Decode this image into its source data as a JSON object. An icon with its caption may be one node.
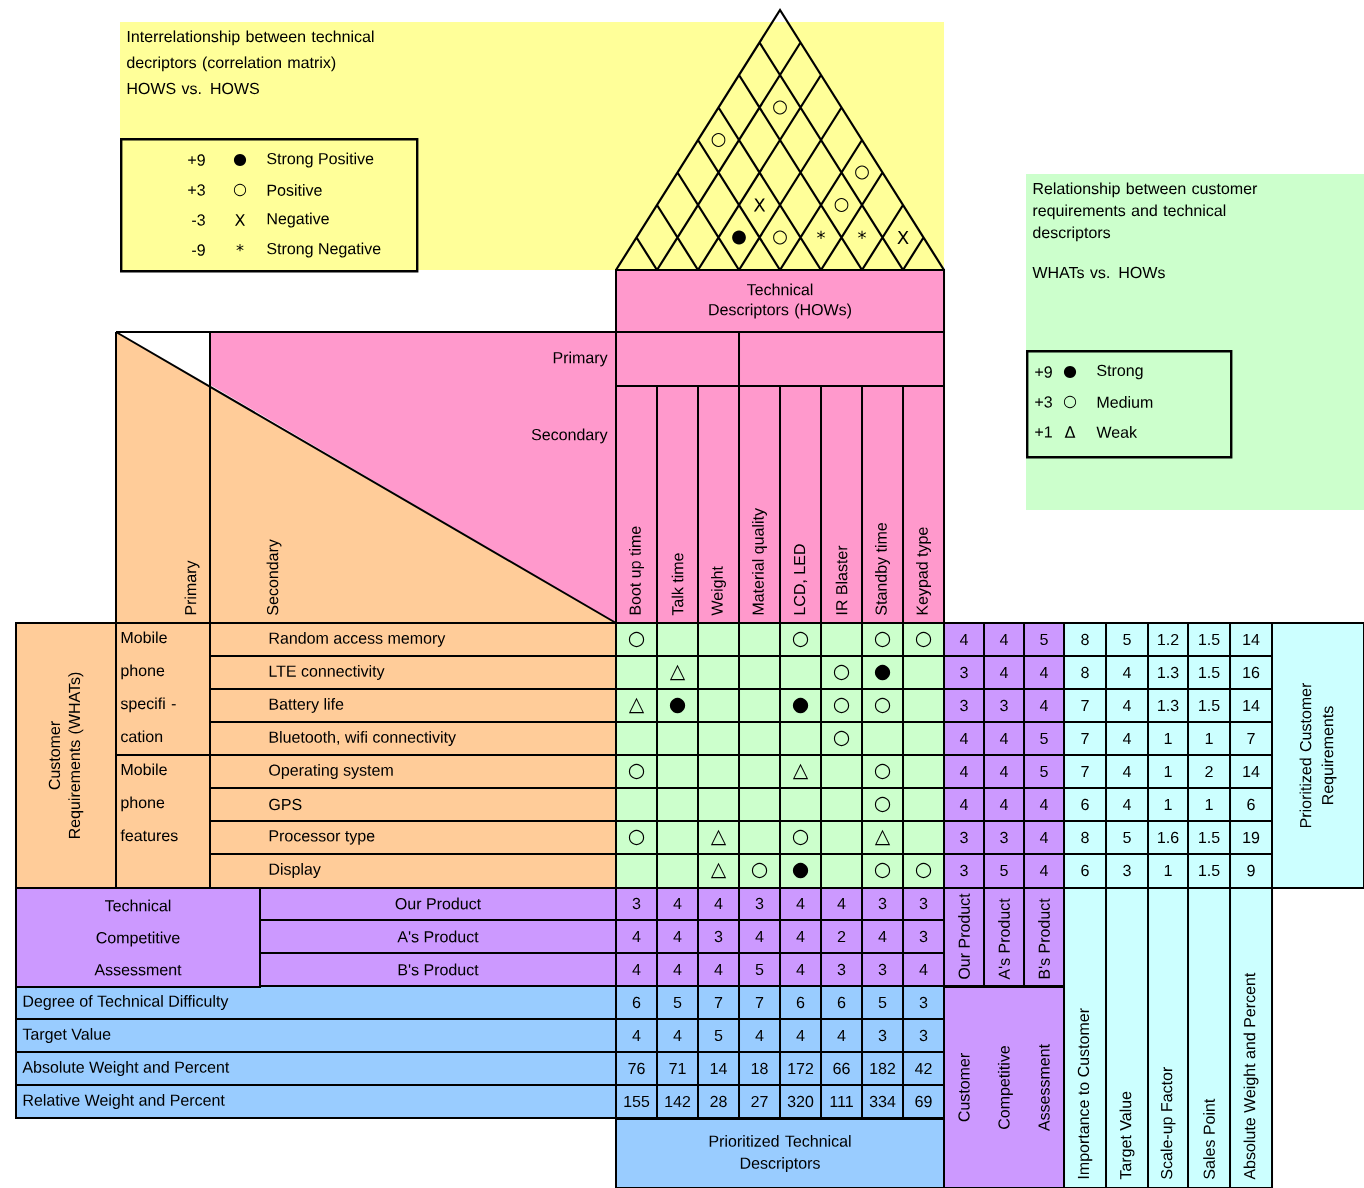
{
  "diagram": {
    "nodes": [
      {
        "text": [
          "Interrelationship between technical decriptors (correlation matrix) HOWS vs. HOWS"
        ]
      },
      {
        "text": [
          "+9",
          "●",
          "Strong Positive",
          "+3",
          "○",
          "Positive",
          "-3",
          "X",
          "Negative",
          "-9",
          "*",
          "Strong Negative"
        ],
        "in": 0
      },
      {
        "text": [
          "Relationship between customer requirements and technical descriptors",
          "WHATs vs. HOWs"
        ]
      },
      {
        "text": [
          "+9",
          "●",
          "Strong",
          "+3",
          "○",
          "Medium",
          "+1",
          "Δ",
          "Weak"
        ],
        "in": 2
      },
      {
        "text": [
          "Technical Descriptors (HOWs)"
        ]
      },
      {
        "text": [
          "Customer Requirements (WHATs)"
        ]
      },
      {
        "text": [
          "Prioritized Customer Requirements"
        ]
      },
      {
        "text": [
          "Technical Competitive Assessment"
        ]
      },
      {
        "text": [
          "Customer Competitive Assessment"
        ]
      },
      {
        "text": [
          "Prioritized Technical Descriptors"
        ]
      }
    ],
    "labels": [
      "○",
      "○",
      "○",
      "X",
      "○",
      "●",
      "○",
      "*",
      "*",
      "X",
      "Primary",
      "Secondary",
      "Boot up time",
      "Talk time",
      "Weight",
      "Material quality",
      "LCD, LED",
      "IR Blaster",
      "Standby time",
      "Keypad type",
      "Primary",
      "Secondary",
      "Mobile phone specifi - cation",
      "Random access memory",
      "○",
      "○",
      "○",
      "○",
      "4",
      "4",
      "5",
      "8",
      "5",
      "1.2",
      "1.5",
      "14",
      "LTE connectivity",
      "△",
      "○",
      "●",
      "3",
      "4",
      "4",
      "8",
      "4",
      "1.3",
      "1.5",
      "16",
      "Battery life",
      "△",
      "●",
      "●",
      "○",
      "○",
      "3",
      "3",
      "4",
      "7",
      "4",
      "1.3",
      "1.5",
      "14",
      "Bluetooth, wifi connectivity",
      "○",
      "4",
      "4",
      "5",
      "7",
      "4",
      "1",
      "1",
      "7",
      "Mobile phone features",
      "Operating system",
      "○",
      "△",
      "○",
      "4",
      "4",
      "5",
      "7",
      "4",
      "1",
      "2",
      "14",
      "GPS",
      "○",
      "4",
      "4",
      "4",
      "6",
      "4",
      "1",
      "1",
      "6",
      "Processor type",
      "○",
      "△",
      "○",
      "△",
      "3",
      "3",
      "4",
      "8",
      "5",
      "1.6",
      "1.5",
      "19",
      "Display",
      "△",
      "○",
      "●",
      "○",
      "○",
      "3",
      "5",
      "4",
      "6",
      "3",
      "1",
      "1.5",
      "9",
      "Our Product",
      "3",
      "4",
      "4",
      "3",
      "4",
      "4",
      "3",
      "3",
      "A's Product",
      "4",
      "4",
      "3",
      "4",
      "4",
      "2",
      "4",
      "3",
      "B's Product",
      "4",
      "4",
      "4",
      "5",
      "4",
      "3",
      "3",
      "4",
      "Degree of Technical Difficulty",
      "6",
      "5",
      "7",
      "7",
      "6",
      "6",
      "5",
      "3",
      "Target Value",
      "4",
      "4",
      "5",
      "4",
      "4",
      "4",
      "3",
      "3",
      "Absolute Weight and Percent",
      "76",
      "71",
      "14",
      "18",
      "172",
      "66",
      "182",
      "42",
      "Relative Weight and Percent",
      "155",
      "142",
      "28",
      "27",
      "320",
      "111",
      "334",
      "69",
      "Our Product",
      "A's Product",
      "B's Product",
      "Importance to Customer",
      "Target Value",
      "Scale-up Factor",
      "Sales Point",
      "Absolute Weight and Percent"
    ]
  }
}
